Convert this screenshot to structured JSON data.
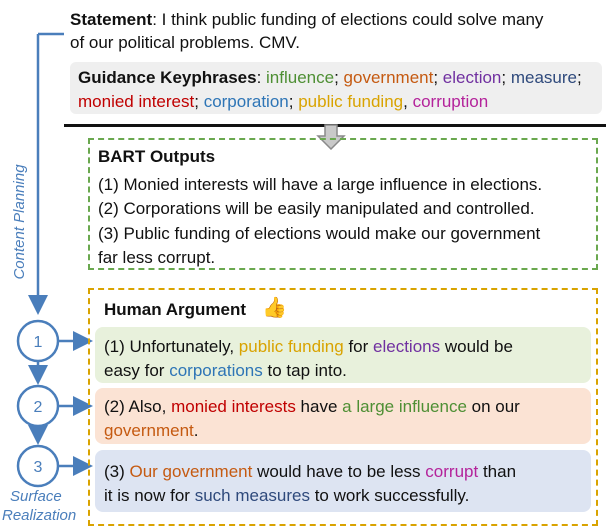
{
  "statement": {
    "label": "Statement",
    "text_line1": ": I think public funding of elections could solve many",
    "text_line2": "of our political problems. CMV."
  },
  "guidance": {
    "label": "Guidance Keyphrases",
    "colon": ": ",
    "kp_influence": "influence",
    "kp_government": "government",
    "kp_election": "election",
    "kp_measure": "measure",
    "kp_monied": "monied interest",
    "kp_corporation": "corporation",
    "kp_public_funding": "public funding",
    "kp_corruption": "corruption",
    "sep": "; ",
    "sep_comma": ", "
  },
  "bart": {
    "title": "BART Outputs",
    "line1": "(1) Monied interests will have a large influence in elections.",
    "line2": "(2) Corporations will be easily manipulated and controlled.",
    "line3a": "(3) Public funding of elections would make our government",
    "line3b": "far less corrupt."
  },
  "human": {
    "title": "Human Argument",
    "s1": {
      "p1": "(1) Unfortunately, ",
      "k1": "public funding",
      "p2": " for ",
      "k2": "elections",
      "p3": " would be",
      "p4": "easy for ",
      "k3": "corporations",
      "p5": " to tap into."
    },
    "s2": {
      "p1": "(2) Also, ",
      "k1": "monied interests",
      "p2": " have ",
      "k2": "a large influence",
      "p3": " on our",
      "k3": "government",
      "p4": "."
    },
    "s3": {
      "p1": "(3) ",
      "k1": "Our government",
      "p2": " would have to be less ",
      "k2": "corrupt",
      "p3": " than",
      "p4": "it is now for ",
      "k3": "such measures",
      "p5": " to work successfully."
    }
  },
  "side": {
    "content_planning": "Content Planning",
    "surface_1": "Surface",
    "surface_2": "Realization",
    "step1": "1",
    "step2": "2",
    "step3": "3"
  },
  "colors": {
    "arrow_blue": "#4a7ebb",
    "bart_border": "#6aa84f",
    "human_border": "#d9a300"
  }
}
